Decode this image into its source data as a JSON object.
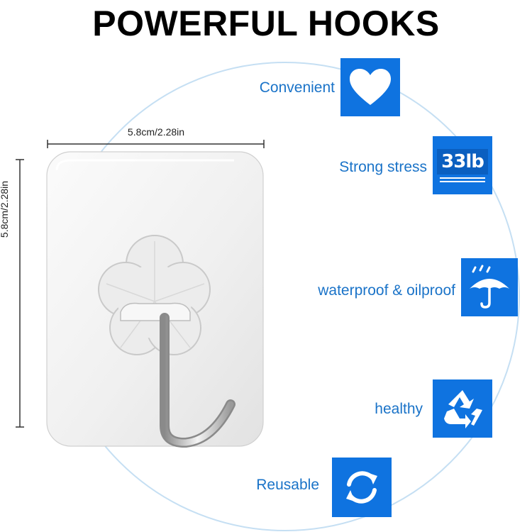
{
  "title": "POWERFUL HOOKS",
  "dimensions": {
    "width_label": "5.8cm/2.28in",
    "height_label": "5.8cm/2.28in"
  },
  "features": [
    {
      "label": "Convenient",
      "icon": "heart-icon"
    },
    {
      "label": "Strong stress",
      "icon": "weight-33lb-icon",
      "icon_text": "33lb"
    },
    {
      "label": "waterproof & oilproof",
      "icon": "umbrella-rain-icon"
    },
    {
      "label": "healthy",
      "icon": "recycle-icon"
    },
    {
      "label": "Reusable",
      "icon": "refresh-icon"
    }
  ],
  "colors": {
    "accent": "#0f73e0",
    "label_text": "#1a73c8",
    "circle": "#c5dff3"
  }
}
